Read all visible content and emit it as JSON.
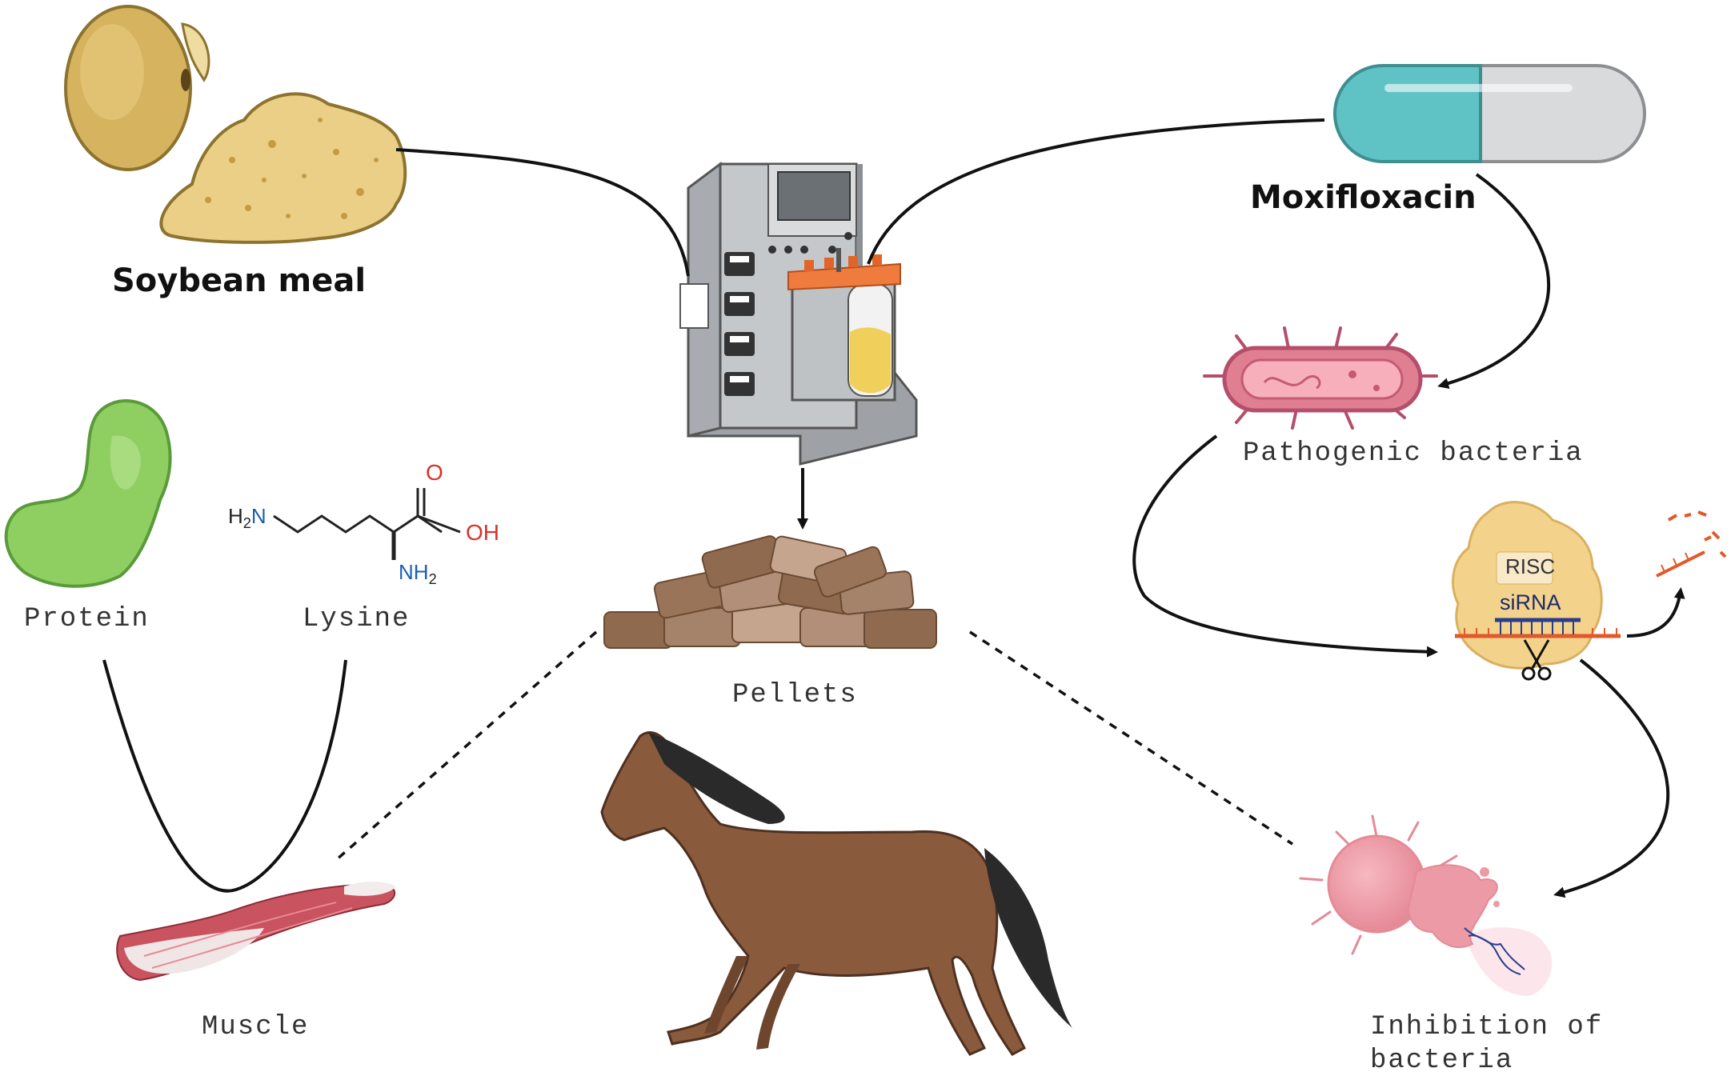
{
  "labels": {
    "soybean_meal": "Soybean meal",
    "moxifloxacin": "Moxifloxacin",
    "pathogenic_bacteria": "Pathogenic bacteria",
    "protein": "Protein",
    "lysine": "Lysine",
    "pellets": "Pellets",
    "muscle": "Muscle",
    "inhibition_line1": "Inhibition of",
    "inhibition_line2": "bacteria"
  },
  "lysine_structure": {
    "amine_terminal": "H",
    "amine_terminal_sub": "2",
    "amine_terminal_n": "N",
    "carbonyl_o": "O",
    "hydroxyl": "OH",
    "alpha_amine": "NH",
    "alpha_amine_sub": "2"
  },
  "risc_complex": {
    "risc_label": "RISC",
    "sirna_label": "siRNA"
  },
  "colors": {
    "soy": "#e8c77c",
    "bioreactor": "#b9bcbf",
    "capsule_teal": "#5fc3c6",
    "capsule_grey": "#d8d9db",
    "bacteria": "#e07e92",
    "protein": "#8fcf62",
    "pellet": "#9a7458",
    "horse": "#8a5a3c",
    "mane": "#2a2a2a",
    "risc": "#f3d38c",
    "rna": "#e2582a",
    "sirna": "#2a3d8a"
  }
}
